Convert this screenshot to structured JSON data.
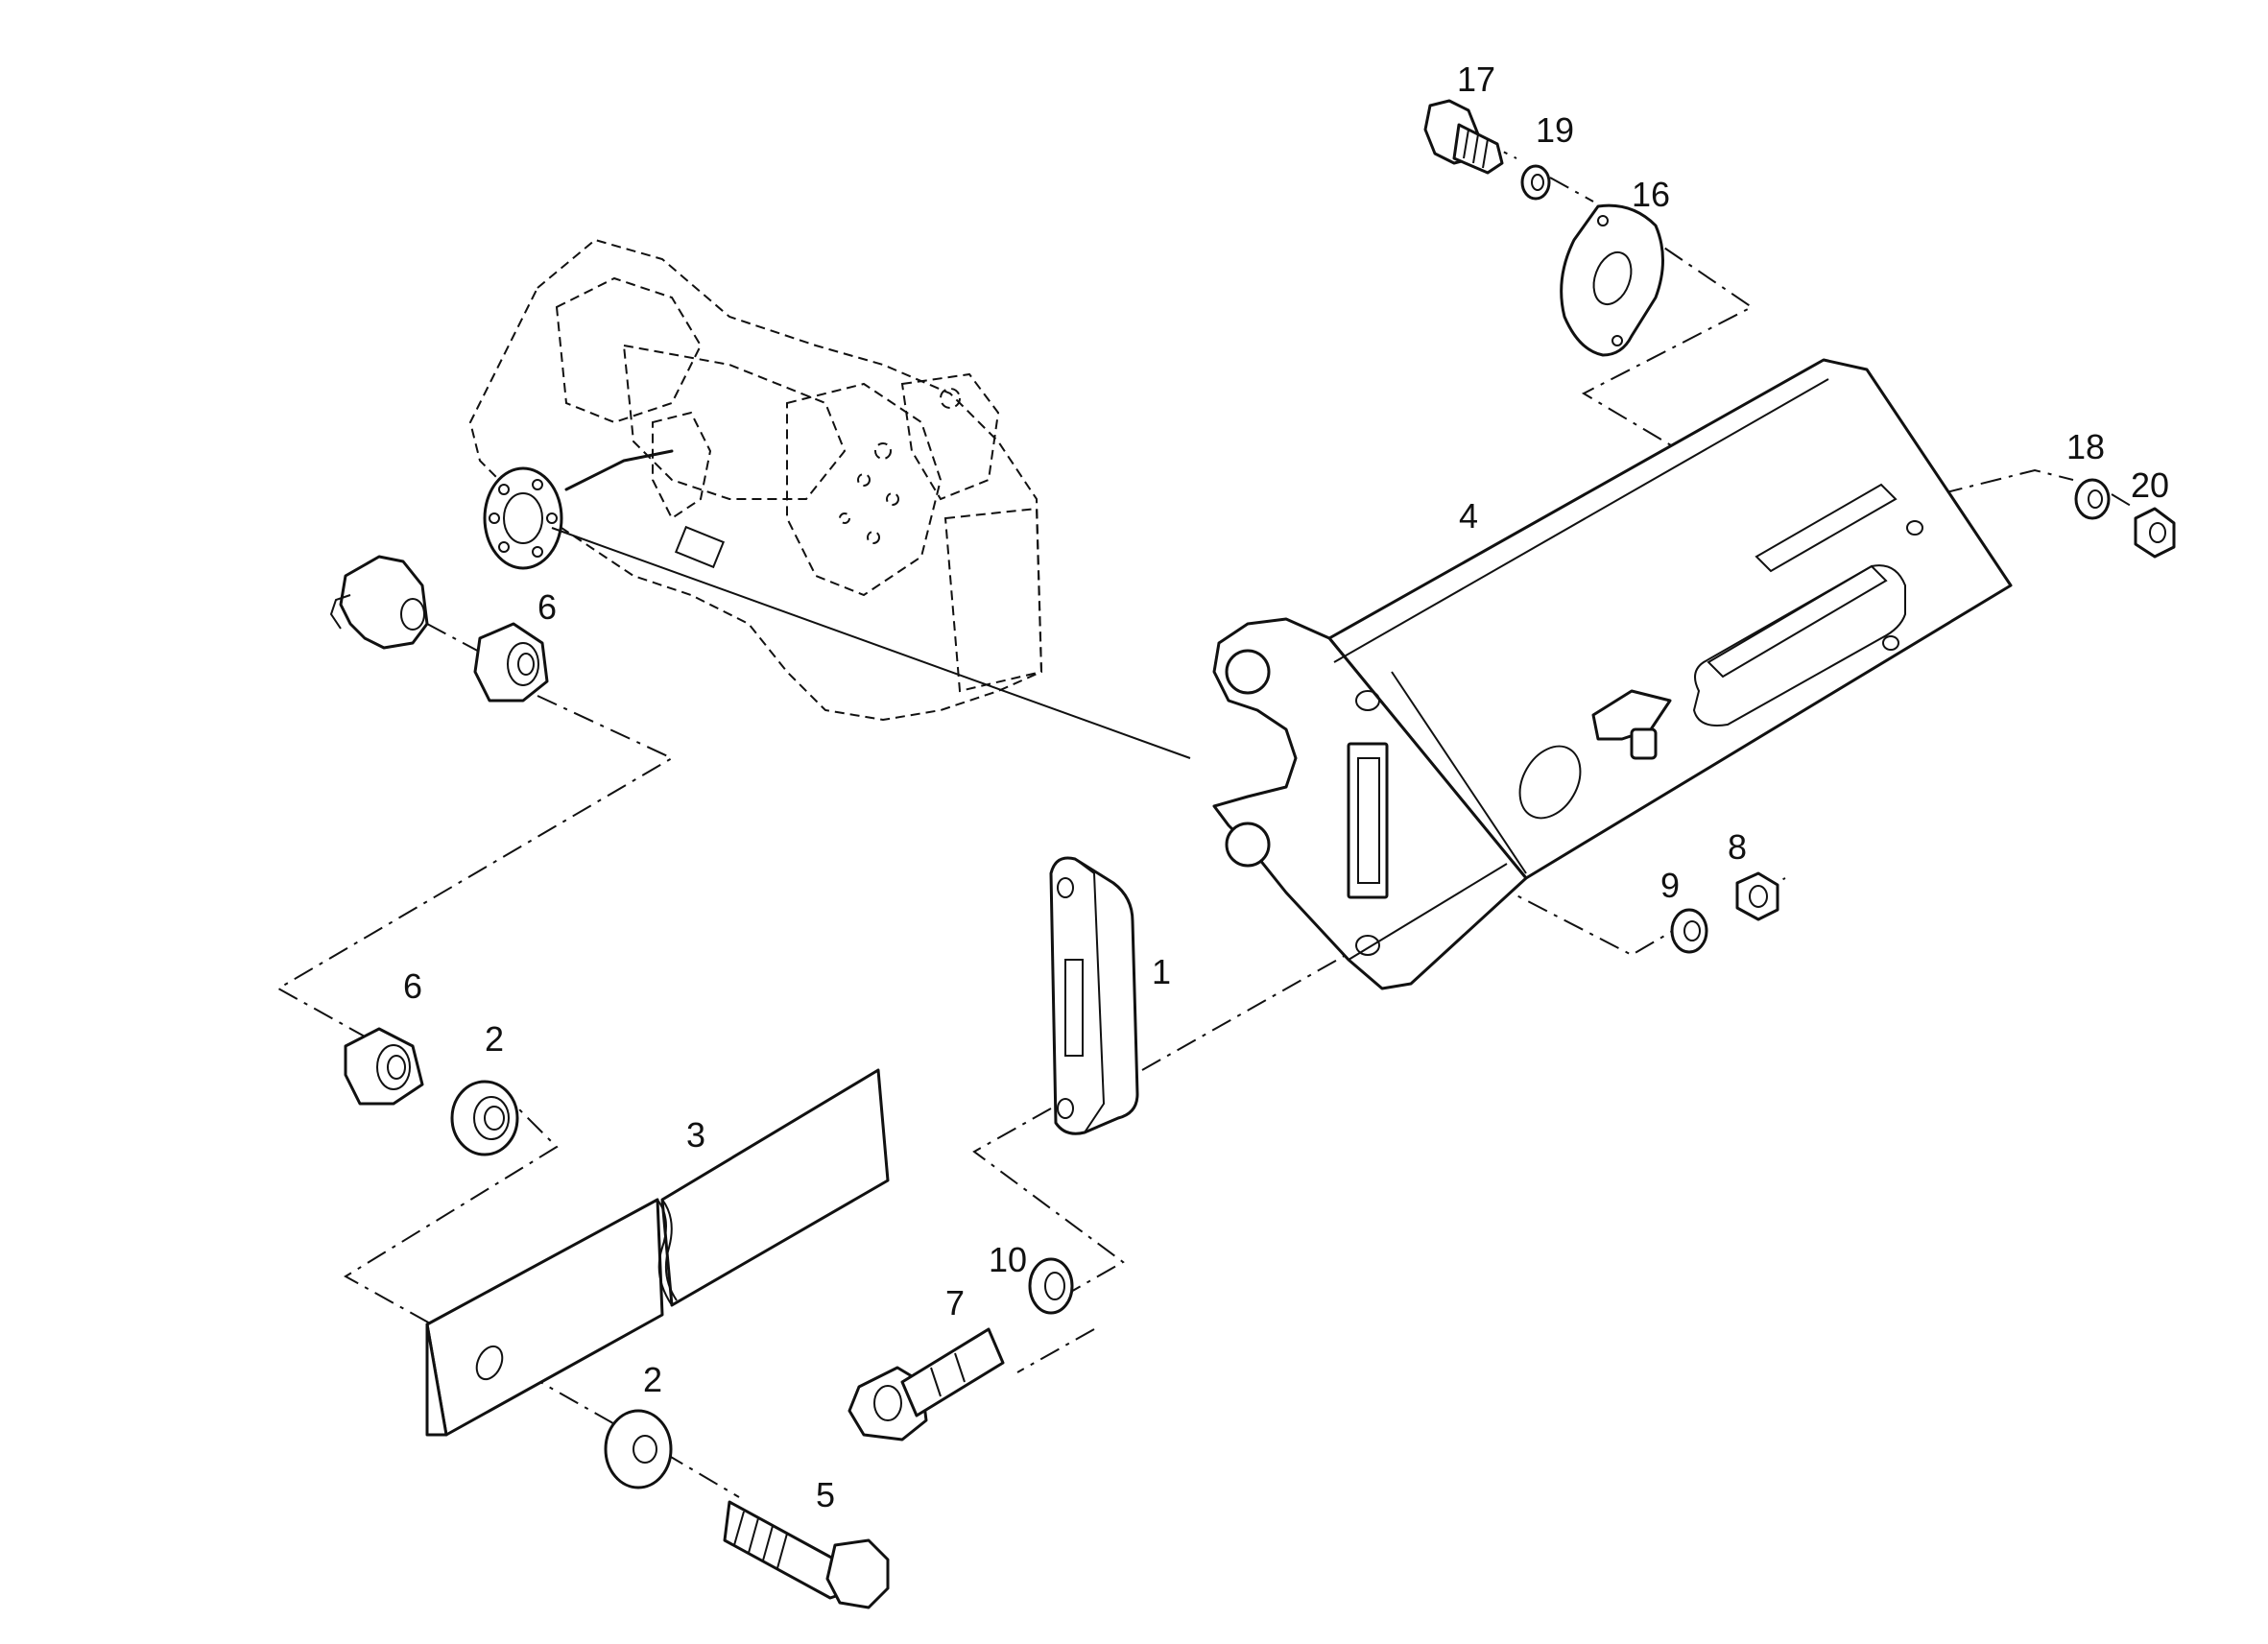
{
  "callouts": [
    {
      "id": "c1",
      "text": "1"
    },
    {
      "id": "c2a",
      "text": "2"
    },
    {
      "id": "c2b",
      "text": "2"
    },
    {
      "id": "c3",
      "text": "3"
    },
    {
      "id": "c4",
      "text": "4"
    },
    {
      "id": "c5",
      "text": "5"
    },
    {
      "id": "c6a",
      "text": "6"
    },
    {
      "id": "c6b",
      "text": "6"
    },
    {
      "id": "c7",
      "text": "7"
    },
    {
      "id": "c8",
      "text": "8"
    },
    {
      "id": "c9",
      "text": "9"
    },
    {
      "id": "c10",
      "text": "10"
    },
    {
      "id": "c16",
      "text": "16"
    },
    {
      "id": "c17",
      "text": "17"
    },
    {
      "id": "c18",
      "text": "18"
    },
    {
      "id": "c19",
      "text": "19"
    },
    {
      "id": "c20",
      "text": "20"
    }
  ]
}
